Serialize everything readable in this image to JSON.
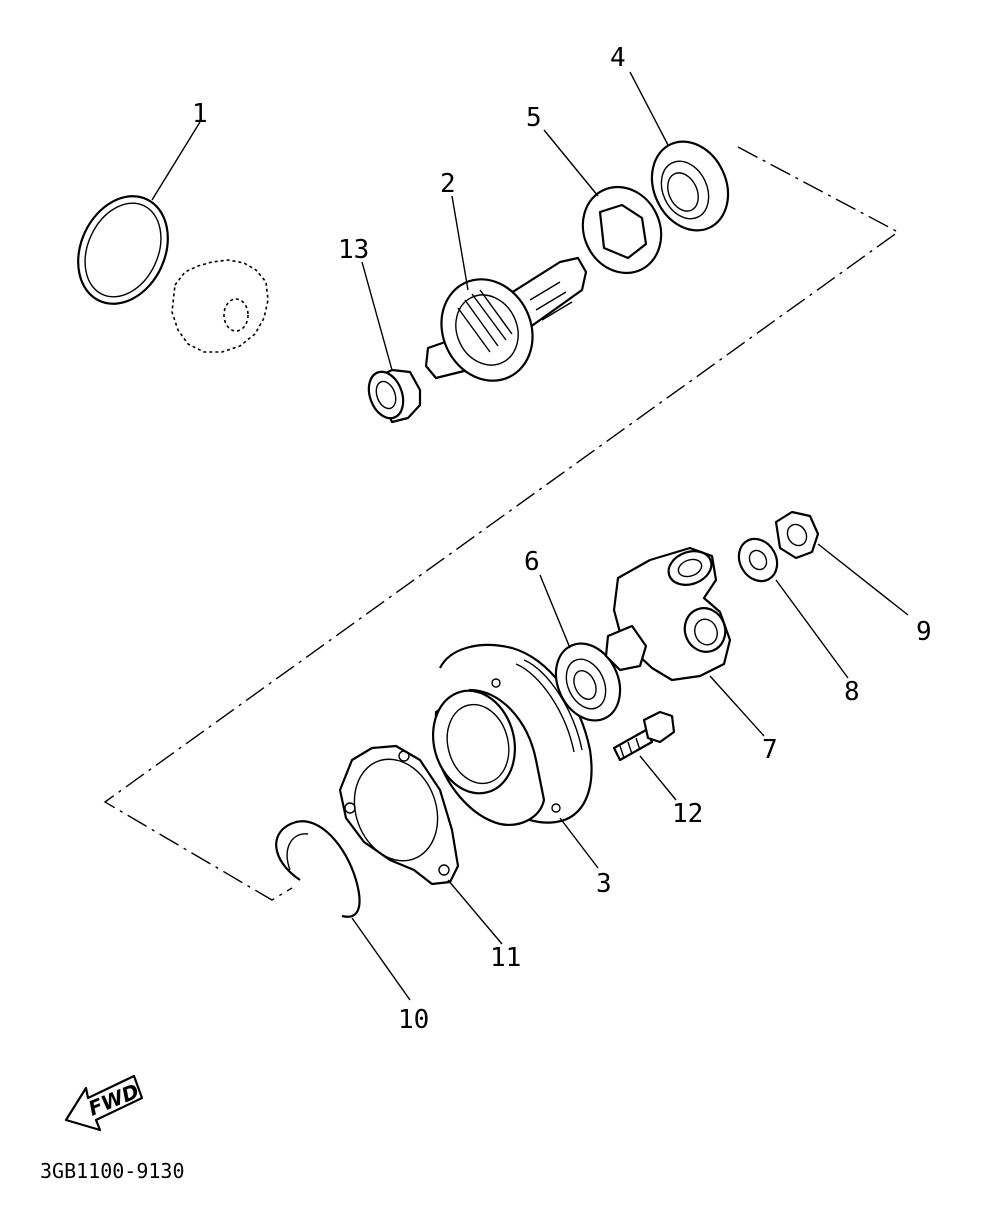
{
  "diagram": {
    "part_code": "3GB1100-9130",
    "direction_label": "FWD",
    "callouts": [
      {
        "id": "1",
        "label": "1"
      },
      {
        "id": "2",
        "label": "2"
      },
      {
        "id": "3",
        "label": "3"
      },
      {
        "id": "4",
        "label": "4"
      },
      {
        "id": "5",
        "label": "5"
      },
      {
        "id": "6",
        "label": "6"
      },
      {
        "id": "7",
        "label": "7"
      },
      {
        "id": "8",
        "label": "8"
      },
      {
        "id": "9",
        "label": "9"
      },
      {
        "id": "10",
        "label": "10"
      },
      {
        "id": "11",
        "label": "11"
      },
      {
        "id": "12",
        "label": "12"
      },
      {
        "id": "13",
        "label": "13"
      }
    ]
  }
}
